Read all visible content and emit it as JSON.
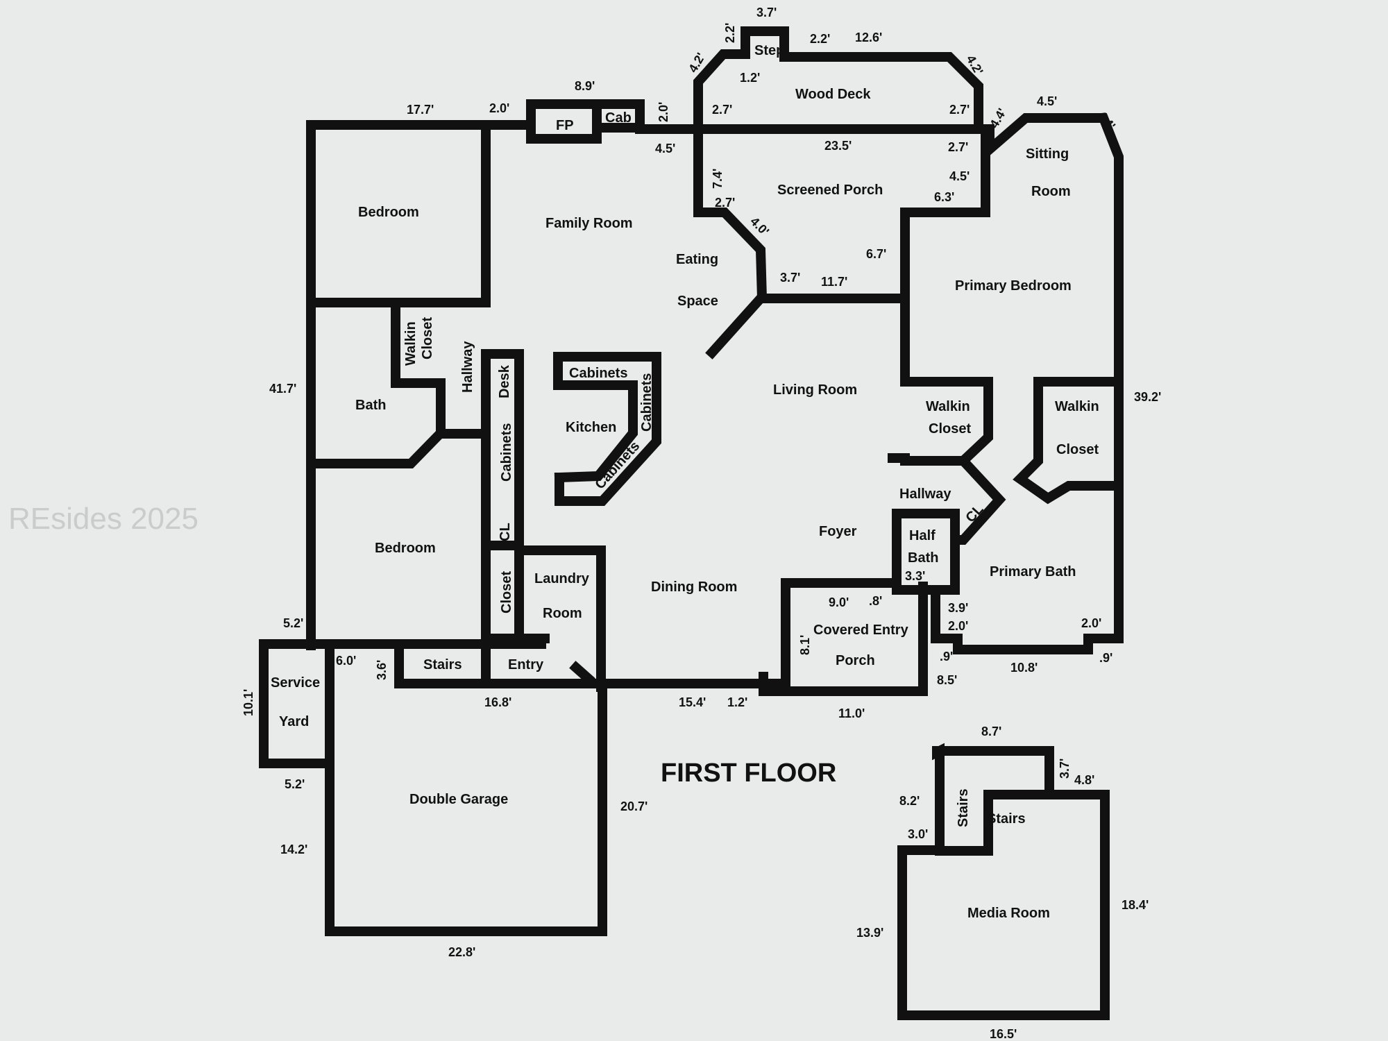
{
  "title": "FIRST FLOOR",
  "watermark": "REsides 2025",
  "rooms": {
    "bedroom_1": "Bedroom",
    "family_room": "Family Room",
    "eating": "Eating",
    "space": "Space",
    "fp": "FP",
    "cab": "Cab",
    "step": "Step",
    "wood_deck": "Wood Deck",
    "screened_porch": "Screened Porch",
    "sitting": "Sitting",
    "room": "Room",
    "primary_bedroom": "Primary Bedroom",
    "walkin": "Walkin",
    "closet": "Closet",
    "bath": "Bath",
    "hallway": "Hallway",
    "desk": "Desk",
    "cabinets": "Cabinets",
    "kitchen": "Kitchen",
    "living_room": "Living Room",
    "walkin_closet_left_1": "Walkin",
    "walkin_closet_left_2": "Closet",
    "cl": "CL",
    "half": "Half",
    "bath_half": "Bath",
    "foyer": "Foyer",
    "primary_bath": "Primary Bath",
    "bedroom_2": "Bedroom",
    "laundry": "Laundry",
    "laundry_room": "Room",
    "dining_room": "Dining Room",
    "covered_entry": "Covered Entry",
    "porch": "Porch",
    "service": "Service",
    "yard": "Yard",
    "stairs": "Stairs",
    "entry": "Entry",
    "double_garage": "Double Garage",
    "media_room": "Media Room"
  },
  "dims": [
    "3.7'",
    "2.2'",
    "2.2'",
    "12.6'",
    "4.2'",
    "4.2'",
    "1.2'",
    "8.9'",
    "17.7'",
    "2.0'",
    "2.0'",
    "2.7'",
    "2.7'",
    "4.4'",
    "4.5'",
    "4.4'",
    "4.5'",
    "23.5'",
    "2.7'",
    "7.4'",
    "4.5'",
    "6.3'",
    "2.7'",
    "4.0'",
    "6.7'",
    "3.7'",
    "11.7'",
    "41.7'",
    "39.2'",
    "5.2'",
    "6.0'",
    "3.6'",
    "9.0'",
    ".8'",
    "3.3'",
    "3.9'",
    "2.0'",
    "2.0'",
    "8.1'",
    ".9'",
    "10.8'",
    ".9'",
    "10.1'",
    "16.8'",
    "15.4'",
    "1.2'",
    "8.5'",
    "11.0'",
    "5.2'",
    "20.7'",
    "14.2'",
    "22.8'",
    "8.7'",
    "3.7'",
    "4.8'",
    "8.2'",
    "3.0'",
    "13.9'",
    "18.4'",
    "16.5'"
  ]
}
